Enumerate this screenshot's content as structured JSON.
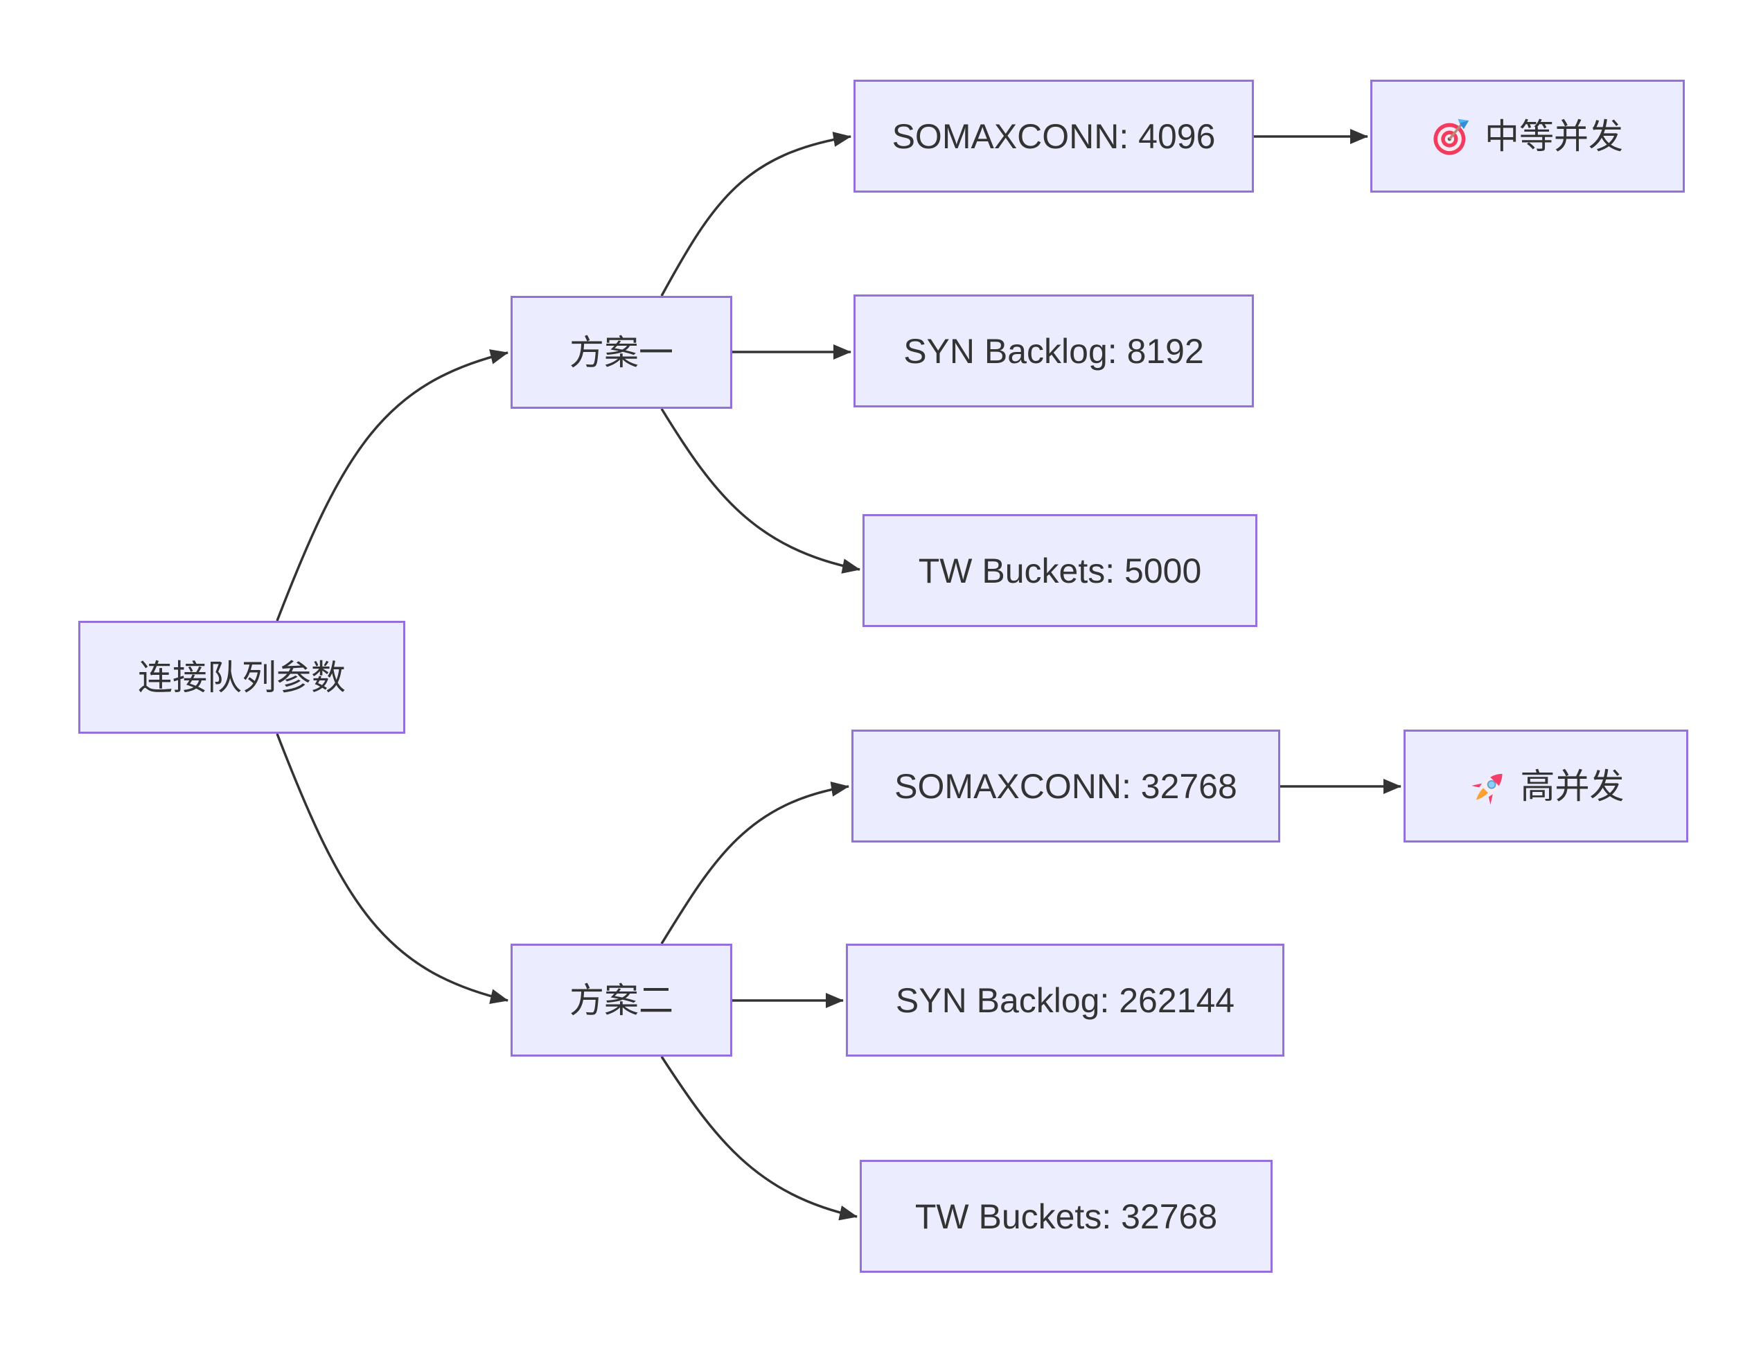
{
  "diagram": {
    "type": "flowchart",
    "direction": "left-to-right",
    "background": "#FFFFFF",
    "colors": {
      "node_fill": "#ECECFF",
      "node_border": "#9370DB",
      "edge_color": "#333333",
      "text_color": "#333333"
    },
    "nodes": {
      "root": {
        "label": "连接队列参数"
      },
      "plan1": {
        "label": "方案一"
      },
      "plan1_somaxconn": {
        "label": "SOMAXCONN: 4096"
      },
      "plan1_syn_backlog": {
        "label": "SYN Backlog: 8192"
      },
      "plan1_tw_buckets": {
        "label": "TW Buckets: 5000"
      },
      "plan1_result": {
        "icon": "target-icon",
        "icon_char": "🎯",
        "label": "中等并发"
      },
      "plan2": {
        "label": "方案二"
      },
      "plan2_somaxconn": {
        "label": "SOMAXCONN: 32768"
      },
      "plan2_syn_backlog": {
        "label": "SYN Backlog: 262144"
      },
      "plan2_tw_buckets": {
        "label": "TW Buckets: 32768"
      },
      "plan2_result": {
        "icon": "rocket-icon",
        "icon_char": "🚀",
        "label": "高并发"
      }
    },
    "edges": [
      {
        "from": "root",
        "to": "plan1"
      },
      {
        "from": "root",
        "to": "plan2"
      },
      {
        "from": "plan1",
        "to": "plan1_somaxconn"
      },
      {
        "from": "plan1",
        "to": "plan1_syn_backlog"
      },
      {
        "from": "plan1",
        "to": "plan1_tw_buckets"
      },
      {
        "from": "plan1_somaxconn",
        "to": "plan1_result"
      },
      {
        "from": "plan2",
        "to": "plan2_somaxconn"
      },
      {
        "from": "plan2",
        "to": "plan2_syn_backlog"
      },
      {
        "from": "plan2",
        "to": "plan2_tw_buckets"
      },
      {
        "from": "plan2_somaxconn",
        "to": "plan2_result"
      }
    ]
  }
}
